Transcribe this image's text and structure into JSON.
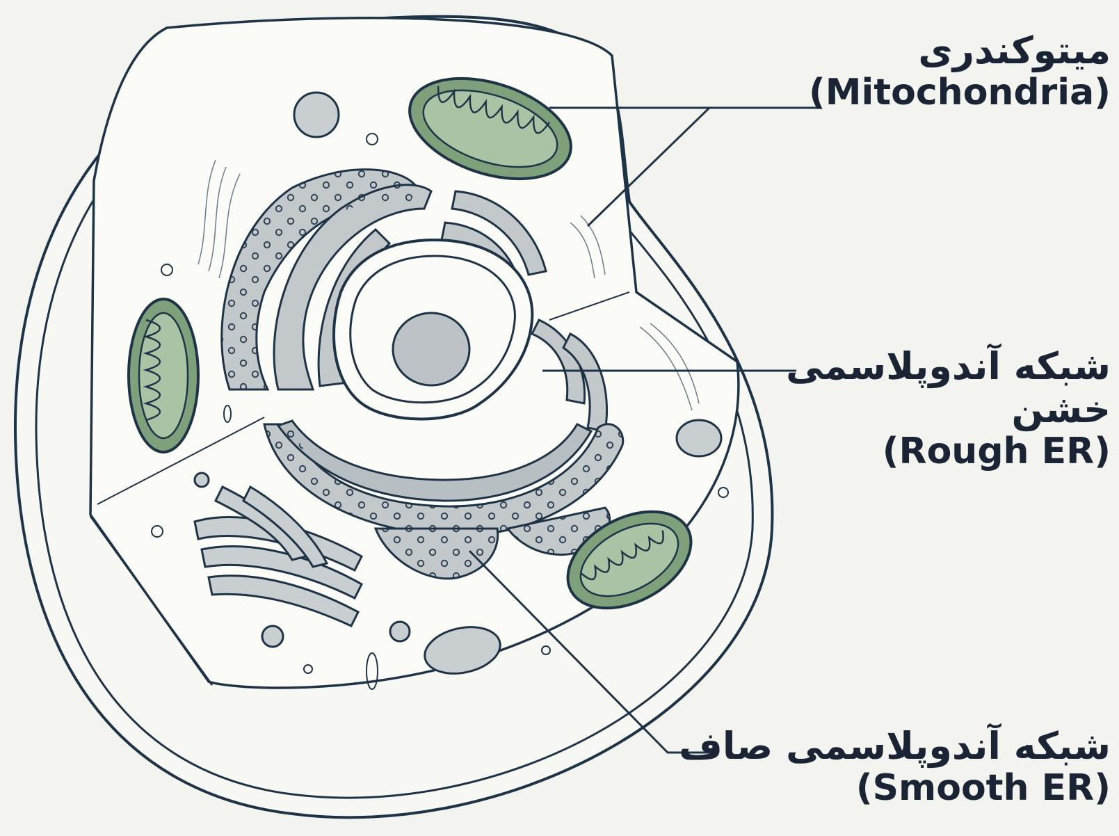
{
  "labels": {
    "mitochondria": {
      "fa": "میتوکندری",
      "en": "(Mitochondria)"
    },
    "rough_er": {
      "fa_line1": "شبکه آندوپلاسمی",
      "fa_line2": "خشن",
      "en": "(Rough ER)"
    },
    "smooth_er": {
      "fa": "شبکه آندوپلاسمی صاف",
      "en": "(Smooth ER)"
    }
  },
  "colors": {
    "outline": "#1f3347",
    "cytoplasm": "#f7f8f3",
    "cut_face": "#fbfbf7",
    "er_fill": "#c3c9cb",
    "mito_fill": "#7ea07b",
    "mito_inner": "#a9c3a4",
    "nucleolus": "#bcc2c6",
    "vesicle": "#c9ced0"
  }
}
